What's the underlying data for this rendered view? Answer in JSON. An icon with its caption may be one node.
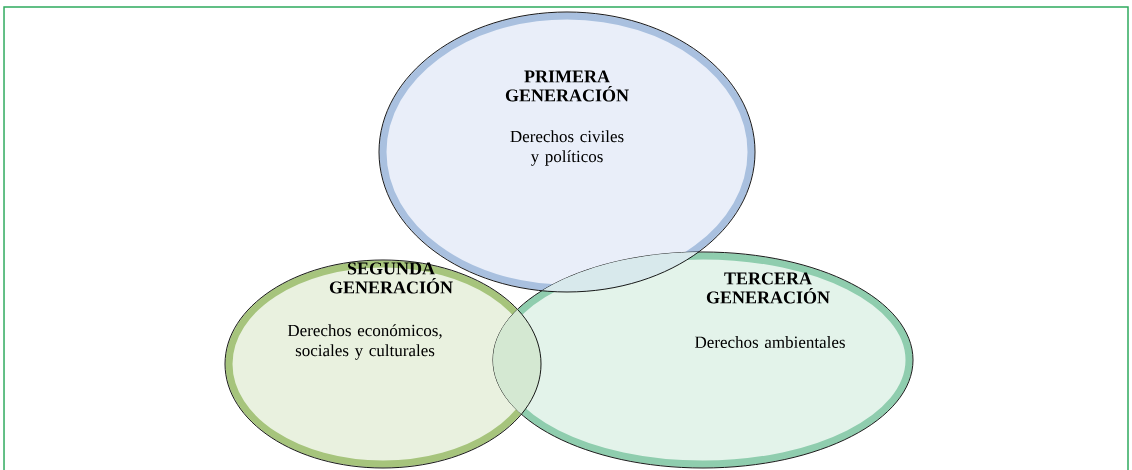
{
  "diagram": {
    "nodes": [
      {
        "text": [
          "PRIMERA GENERACIÓN",
          "Derechos civiles y políticos"
        ]
      },
      {
        "text": [
          "SEGUNDA GENERACIÓN",
          "Derechos económicos, sociales y culturales"
        ]
      },
      {
        "text": [
          "TERCERA GENERACIÓN",
          "Derechos ambientales"
        ]
      }
    ]
  }
}
